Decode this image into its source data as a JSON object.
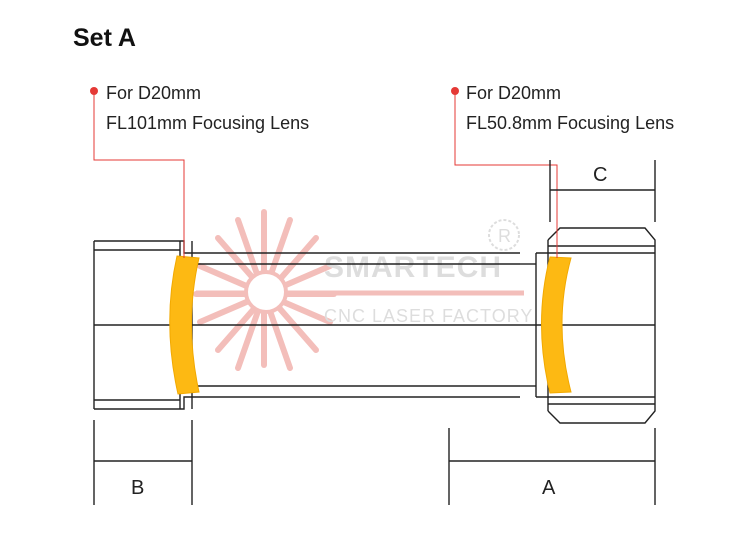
{
  "title": "Set A",
  "callouts": [
    {
      "line1": "For D20mm",
      "line2": "FL101mm Focusing Lens"
    },
    {
      "line1": "For D20mm",
      "line2": "FL50.8mm Focusing Lens"
    }
  ],
  "dimensions": {
    "a": "A",
    "b": "B",
    "c": "C"
  },
  "watermark": {
    "brand": "SMARTECH",
    "tagline": "CNC LASER FACTORY",
    "registered": "R"
  },
  "colors": {
    "lens": "#FDB913",
    "leader": "#E53935",
    "outline": "#222222",
    "watermark": "#F2B3AE",
    "watermark_text": "#D8D8D8"
  }
}
